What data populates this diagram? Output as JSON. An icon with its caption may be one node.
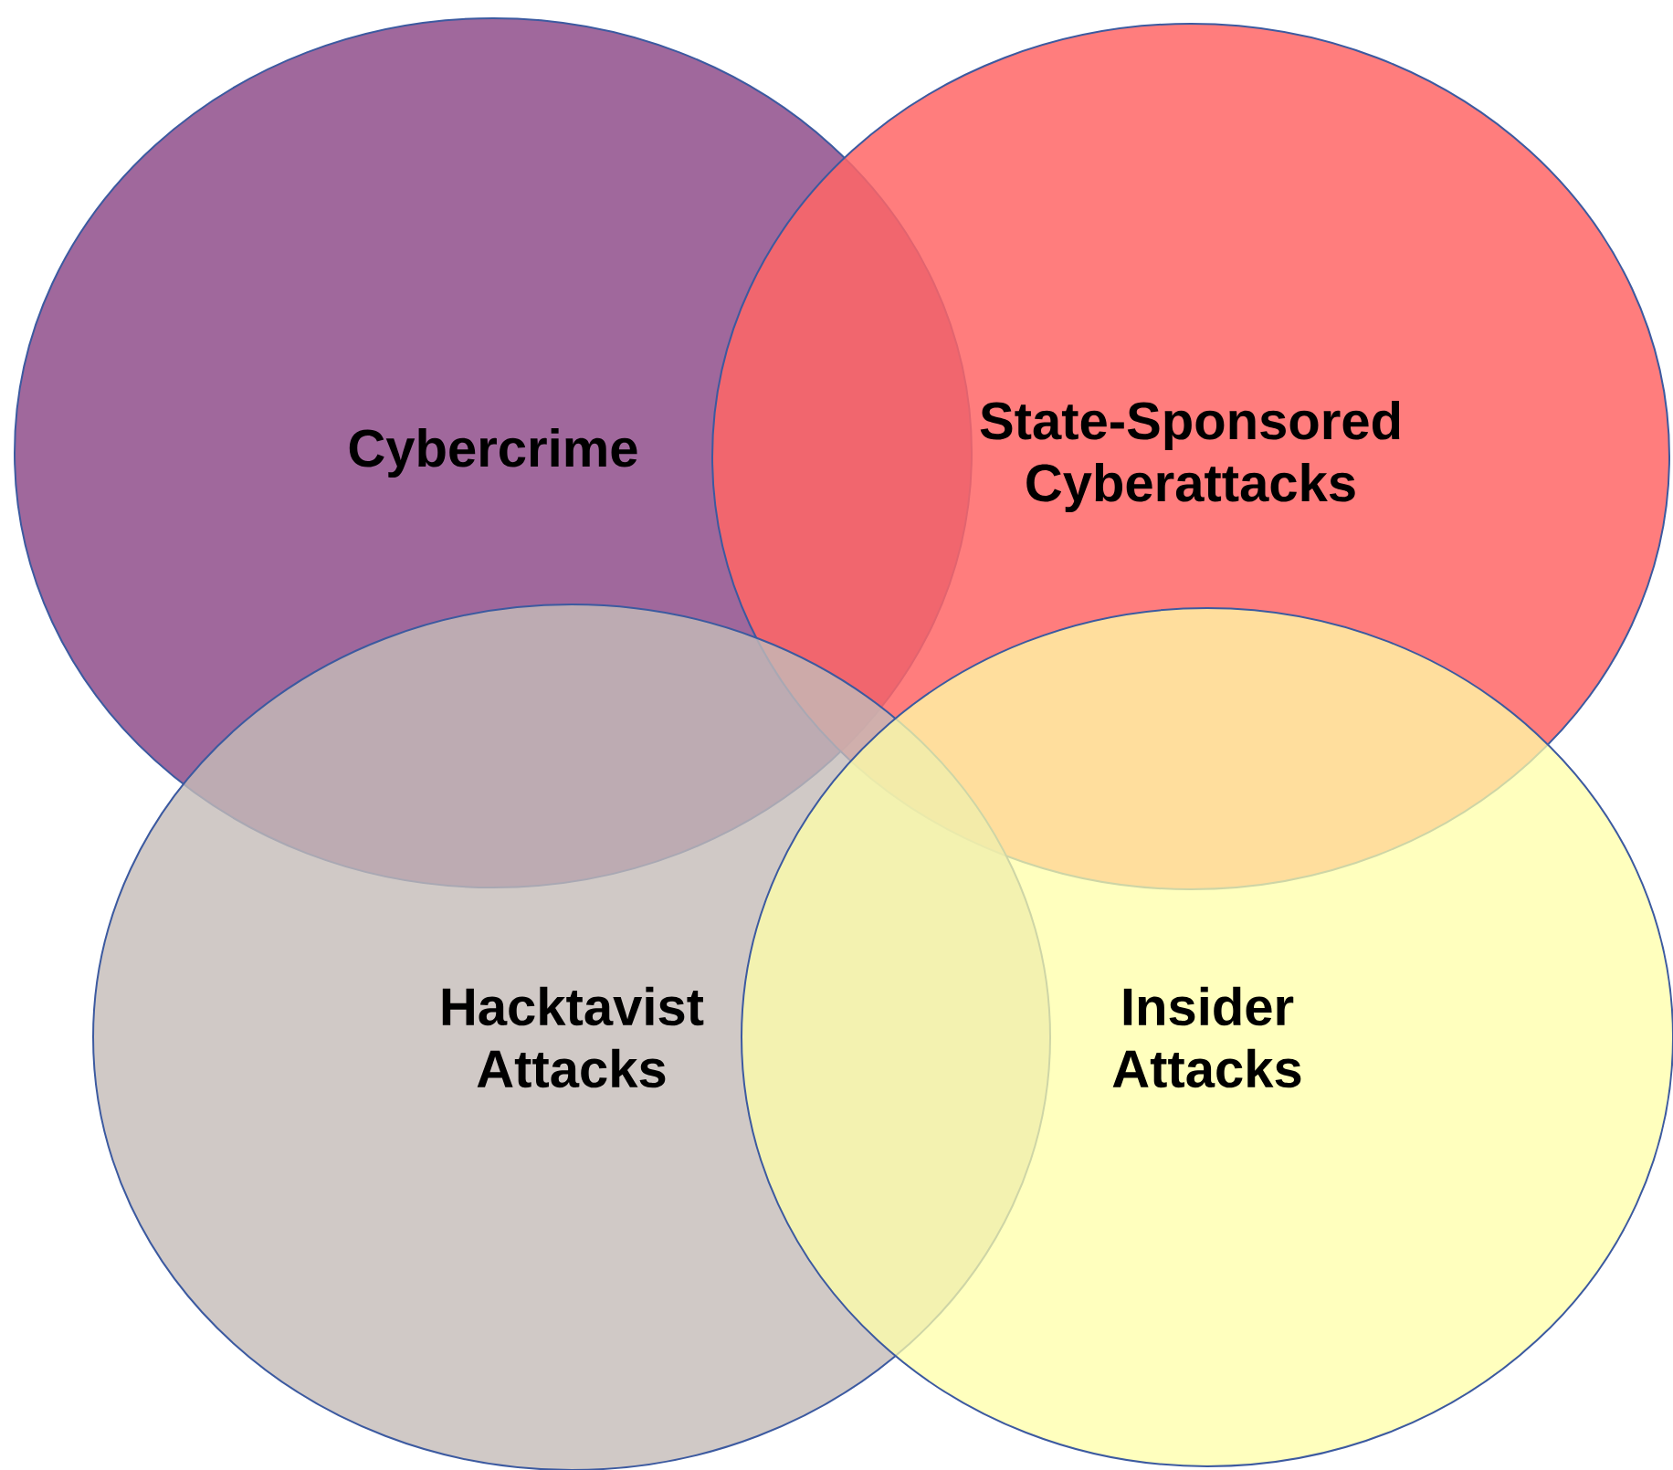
{
  "diagram": {
    "nodes": [
      {
        "text": [
          "Cybercrime"
        ]
      },
      {
        "text": [
          "State-Sponsored Cyberattacks"
        ]
      },
      {
        "text": [
          "Hacktavist Attacks"
        ]
      },
      {
        "text": [
          "Insider Attacks"
        ]
      }
    ]
  }
}
